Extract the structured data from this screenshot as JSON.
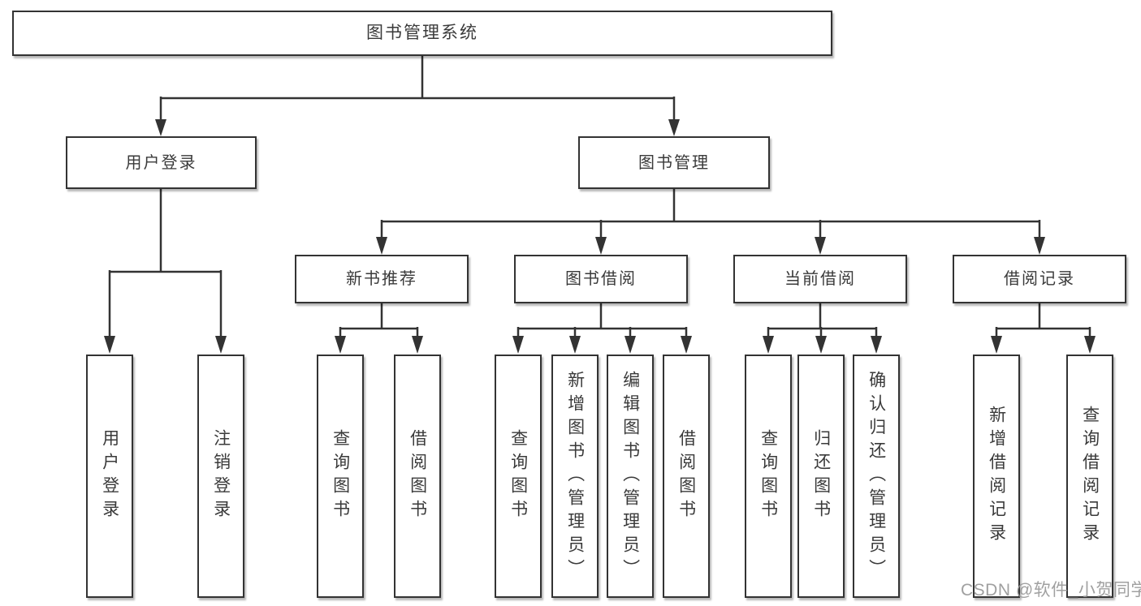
{
  "tree": {
    "root": {
      "label": "图书管理系统"
    },
    "branches": [
      {
        "label": "用户登录",
        "children": [
          {
            "label": "用户登录"
          },
          {
            "label": "注销登录"
          }
        ]
      },
      {
        "label": "图书管理",
        "children": [
          {
            "label": "新书推荐",
            "children": [
              {
                "label": "查询图书"
              },
              {
                "label": "借阅图书"
              }
            ]
          },
          {
            "label": "图书借阅",
            "children": [
              {
                "label": "查询图书"
              },
              {
                "label": "新增图书（管理员）"
              },
              {
                "label": "编辑图书（管理员）"
              },
              {
                "label": "借阅图书"
              }
            ]
          },
          {
            "label": "当前借阅",
            "children": [
              {
                "label": "查询图书"
              },
              {
                "label": "归还图书"
              },
              {
                "label": "确认归还（管理员）"
              }
            ]
          },
          {
            "label": "借阅记录",
            "children": [
              {
                "label": "新增借阅记录"
              },
              {
                "label": "查询借阅记录"
              }
            ]
          }
        ]
      }
    ]
  },
  "watermark": {
    "text": "CSDN @软件_小贺同学"
  },
  "colors": {
    "line": "#333333",
    "text": "#3a3a3a",
    "box_border": "#333333",
    "background": "#ffffff",
    "watermark": "#969696"
  }
}
